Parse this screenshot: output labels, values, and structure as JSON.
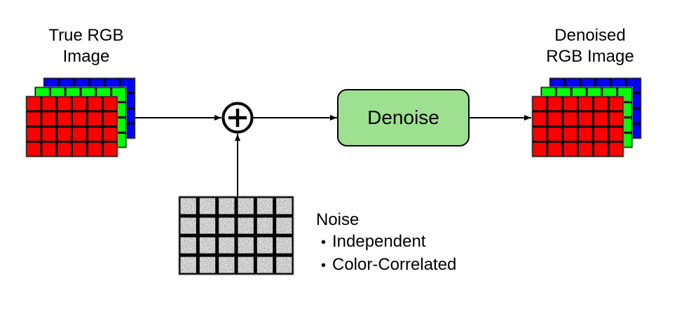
{
  "input": {
    "title_line1": "True RGB",
    "title_line2": "Image",
    "grid": {
      "rows": 4,
      "cols": 6,
      "layers": [
        "blue",
        "green",
        "red"
      ]
    }
  },
  "output": {
    "title_line1": "Denoised",
    "title_line2": "RGB Image",
    "grid": {
      "rows": 4,
      "cols": 6,
      "layers": [
        "blue",
        "green",
        "red"
      ]
    }
  },
  "adder": {
    "symbol": "plus",
    "icon": "circled-plus-icon"
  },
  "process": {
    "label": "Denoise"
  },
  "noise": {
    "title": "Noise",
    "bullet": "•",
    "items": [
      "Independent",
      "Color-Correlated"
    ],
    "grid": {
      "rows": 4,
      "cols": 6
    }
  },
  "colors": {
    "red": "#FF0000",
    "green": "#00FF00",
    "blue": "#0000FF",
    "process_fill": "#9DE08F",
    "stroke": "#000000",
    "noise_bg": "#E6E6E6"
  }
}
